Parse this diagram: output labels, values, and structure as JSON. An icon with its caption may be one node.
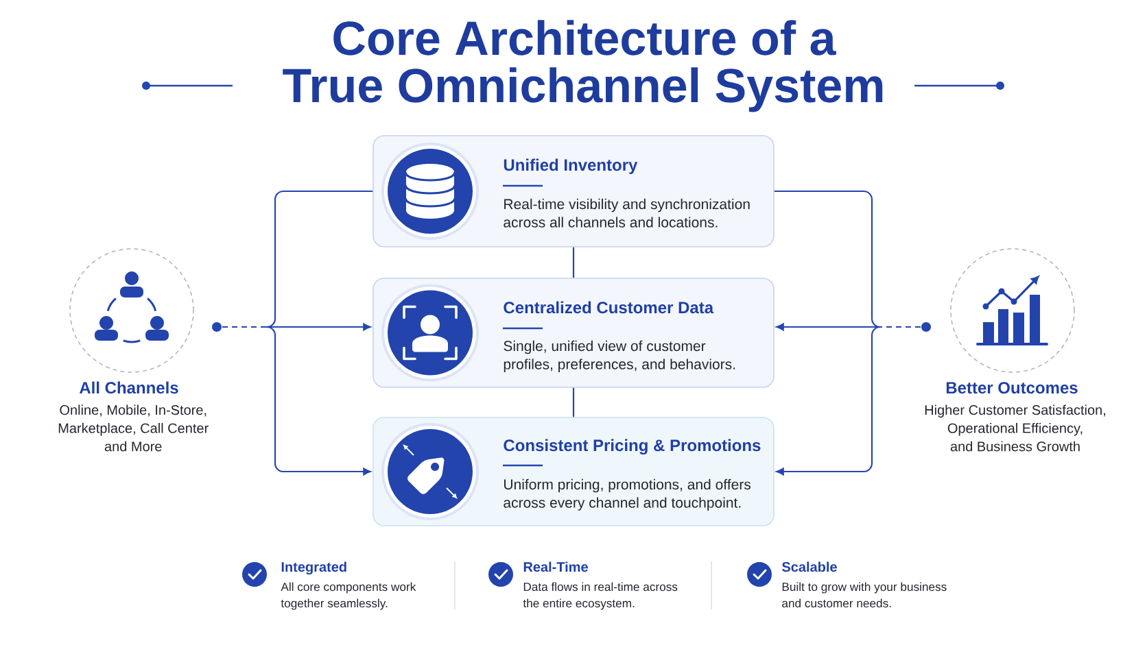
{
  "diagram": {
    "title": "Core Architecture of a True Omnichannel System",
    "nodes": [
      {
        "text": [
          "All Channels",
          "Online, Mobile, In-Store, Marketplace, Call Center and More"
        ]
      },
      {
        "text": [
          "Unified Inventory",
          "Real-time visibility and synchronization across all channels and locations."
        ]
      },
      {
        "text": [
          "Centralized Customer Data",
          "Single, unified view of customer profiles, preferences, and behaviors."
        ]
      },
      {
        "text": [
          "Consistent Pricing & Promotions",
          "Uniform pricing, promotions, and offers across every channel and touchpoint."
        ]
      },
      {
        "text": [
          "Better Outcomes",
          "Higher Customer Satisfaction, Operational Efficiency, and Business Growth"
        ]
      }
    ],
    "edges": [
      {
        "from": 0,
        "to": 1,
        "arrow": "other"
      },
      {
        "from": 0,
        "to": 2,
        "arrow": "to"
      },
      {
        "from": 0,
        "to": 3,
        "arrow": "to"
      },
      {
        "from": 1,
        "to": 2,
        "arrow": "none"
      },
      {
        "from": 2,
        "to": 3,
        "arrow": "none"
      },
      {
        "from": 4,
        "to": 1,
        "arrow": "other"
      },
      {
        "from": 4,
        "to": 2,
        "arrow": "to"
      },
      {
        "from": 4,
        "to": 3,
        "arrow": "to"
      }
    ],
    "labels": [
      "Integrated",
      "All core components work together seamlessly.",
      "Real-Time",
      "Data flows in real-time across the entire ecosystem.",
      "Scalable",
      "Built to grow with your business and customer needs."
    ]
  }
}
